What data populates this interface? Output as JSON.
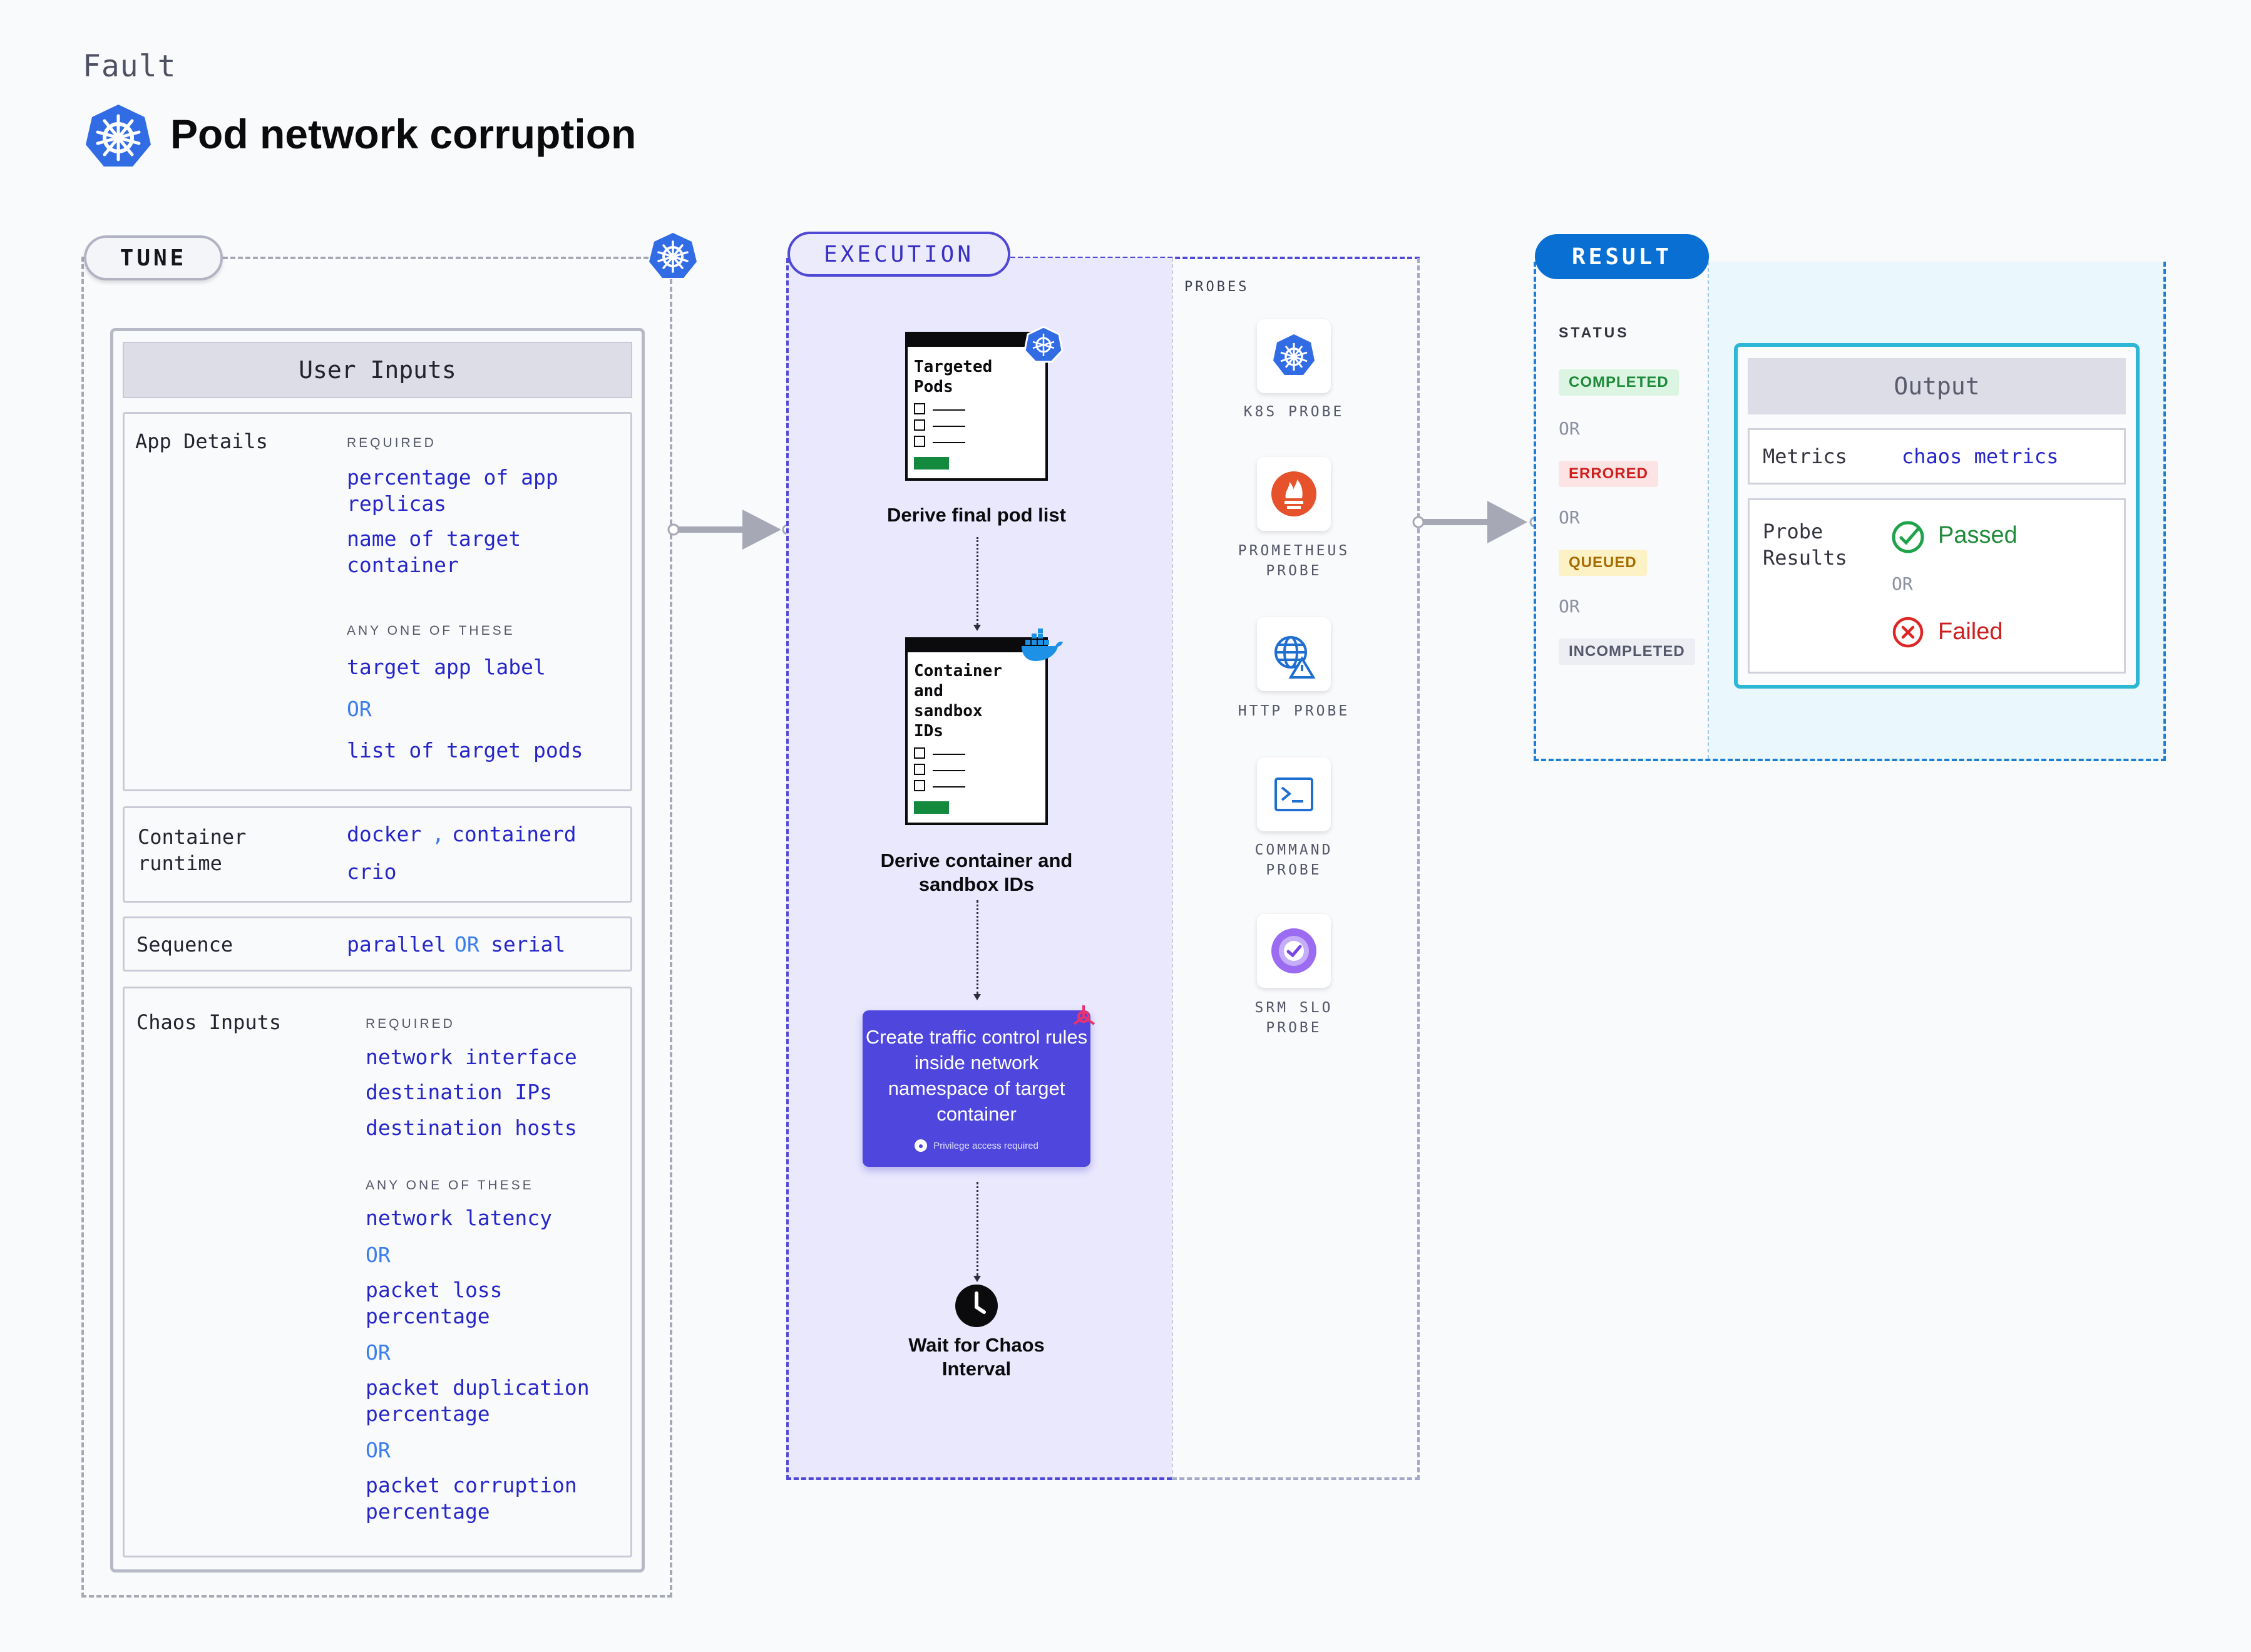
{
  "header": {
    "fault_label": "Fault",
    "title": "Pod network corruption"
  },
  "tune": {
    "pill": "TUNE",
    "card_title": "User Inputs",
    "app_details": {
      "label": "App Details",
      "required_caption": "REQUIRED",
      "required": [
        "percentage of app replicas",
        "name of target container"
      ],
      "any_caption": "ANY ONE OF THESE",
      "any": [
        "target app label",
        "list of target pods"
      ],
      "or": "OR"
    },
    "container_runtime": {
      "label": "Container runtime",
      "values": [
        "docker",
        "containerd",
        "crio"
      ],
      "sep": ","
    },
    "sequence": {
      "label": "Sequence",
      "values": [
        "parallel",
        "serial"
      ],
      "or": "OR"
    },
    "chaos_inputs": {
      "label": "Chaos Inputs",
      "required_caption": "REQUIRED",
      "required": [
        "network interface",
        "destination IPs",
        "destination hosts"
      ],
      "any_caption": "ANY ONE OF THESE",
      "any": [
        "network latency",
        "packet loss percentage",
        "packet duplication percentage",
        "packet corruption percentage"
      ],
      "or": "OR"
    }
  },
  "execution": {
    "pill": "EXECUTION",
    "step1": {
      "doc_title": "Targeted Pods",
      "label": "Derive final pod list"
    },
    "step2": {
      "doc_title": "Container and sandbox IDs",
      "label": "Derive container and sandbox IDs"
    },
    "step3": {
      "text": "Create traffic control rules inside network namespace of target container",
      "note": "Privilege access required"
    },
    "step4": {
      "label": "Wait for Chaos Interval"
    }
  },
  "probes": {
    "label": "PROBES",
    "items": [
      {
        "name": "K8S PROBE",
        "icon": "kubernetes-icon",
        "color": "#326ce5"
      },
      {
        "name": "PROMETHEUS PROBE",
        "icon": "prometheus-icon",
        "color": "#e6522c"
      },
      {
        "name": "HTTP PROBE",
        "icon": "globe-warning-icon",
        "color": "#1f6fd0"
      },
      {
        "name": "COMMAND PROBE",
        "icon": "terminal-icon",
        "color": "#1f6fd0"
      },
      {
        "name": "SRM SLO PROBE",
        "icon": "srm-slo-icon",
        "color": "#8b5cf6"
      }
    ]
  },
  "result": {
    "pill": "RESULT",
    "status_label": "STATUS",
    "statuses": [
      {
        "text": "COMPLETED",
        "fg": "#1e8a3a",
        "bg": "#dcf5e2"
      },
      {
        "text": "ERRORED",
        "fg": "#d01d1d",
        "bg": "#fde4e4"
      },
      {
        "text": "QUEUED",
        "fg": "#a56b00",
        "bg": "#fdf1c6"
      },
      {
        "text": "INCOMPLETED",
        "fg": "#55576a",
        "bg": "#eceef3"
      }
    ],
    "or": "OR",
    "output": {
      "title": "Output",
      "metrics_label": "Metrics",
      "metrics_value": "chaos metrics",
      "probe_results_label": "Probe Results",
      "passed": "Passed",
      "failed": "Failed",
      "or": "OR"
    }
  },
  "colors": {
    "kubernetes": "#326ce5",
    "execution_accent": "#5049d6",
    "result_accent": "#0a6fd2",
    "link_blue": "#2626c9"
  }
}
